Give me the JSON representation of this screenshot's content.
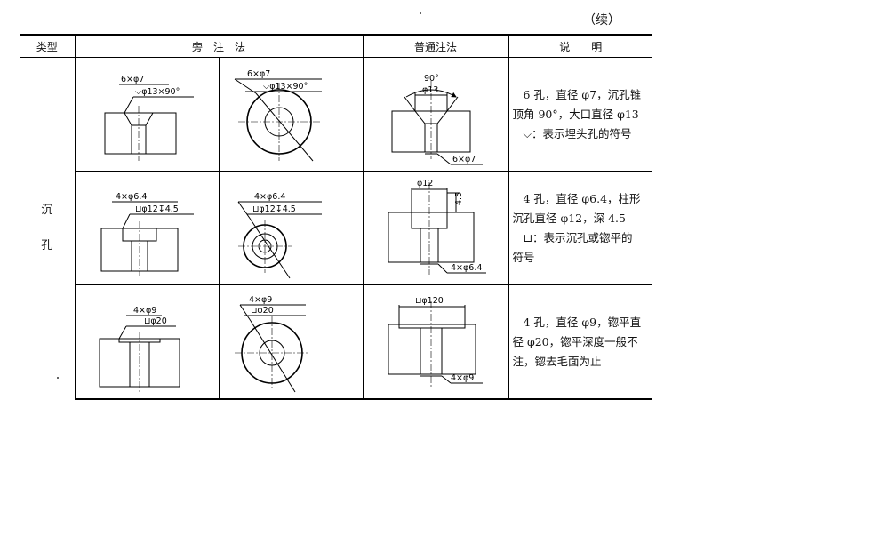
{
  "continued": "（续）",
  "headers": {
    "type": "类型",
    "side_note": "旁　注　法",
    "normal_note": "普通注法",
    "explain": "说　　明"
  },
  "type_label": [
    "沉",
    "孔"
  ],
  "rows": [
    {
      "side1": {
        "l1": "6×φ7",
        "l2": "⌵φ13×90°"
      },
      "side2": {
        "l1": "6×φ7",
        "l2": "⌵φ13×90°"
      },
      "normal": {
        "angle": "90°",
        "dia": "φ13",
        "count": "6×φ7"
      },
      "desc": [
        "6 孔，直径 φ7，沉孔锥",
        "顶角 90°，大口直径 φ13",
        "⌵：表示埋头孔的符号"
      ]
    },
    {
      "side1": {
        "l1": "4×φ6.4",
        "l2": "⊔φ12↧4.5"
      },
      "side2": {
        "l1": "4×φ6.4",
        "l2": "⊔φ12↧4.5"
      },
      "normal": {
        "dia": "φ12",
        "depth": "4.5",
        "count": "4×φ6.4"
      },
      "desc": [
        "4 孔，直径 φ6.4，柱形",
        "沉孔直径 φ12，深 4.5",
        "⊔：表示沉孔或锪平的",
        "符号"
      ]
    },
    {
      "side1": {
        "l1": "4×φ9",
        "l2": "⊔φ20"
      },
      "side2": {
        "l1": "4×φ9",
        "l2": "⊔φ20"
      },
      "normal": {
        "dia": "⊔φ120",
        "count": "4×φ9"
      },
      "desc": [
        "4 孔，直径 φ9，锪平直",
        "径 φ20，锪平深度一般不",
        "注，锪去毛面为止"
      ]
    }
  ]
}
